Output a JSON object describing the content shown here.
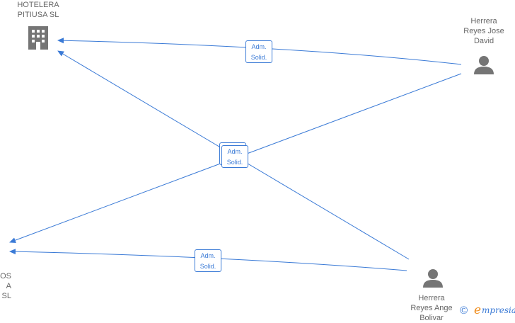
{
  "nodes": {
    "hotelera": {
      "line1": "HOTELERA",
      "line2": "PITIUSA SL",
      "icon": "building-icon"
    },
    "jose_david": {
      "line1": "Herrera",
      "line2": "Reyes Jose",
      "line3": "David",
      "icon": "person-icon"
    },
    "angel": {
      "line1": "Herrera",
      "line2": "Reyes Ange",
      "line3": "Bolivar",
      "icon": "person-icon"
    },
    "bottom_left": {
      "line1": "OS",
      "line2": "A",
      "line3": "SL"
    }
  },
  "edges": {
    "label_line1": "Adm.",
    "label_line2": "Solid."
  },
  "colors": {
    "edge": "#3a7ad6",
    "icon": "#757575",
    "label_text": "#666666",
    "brand_orange": "#f08c1a"
  },
  "watermark": {
    "copyright": "©",
    "e": "e",
    "brand": "mpresia"
  }
}
